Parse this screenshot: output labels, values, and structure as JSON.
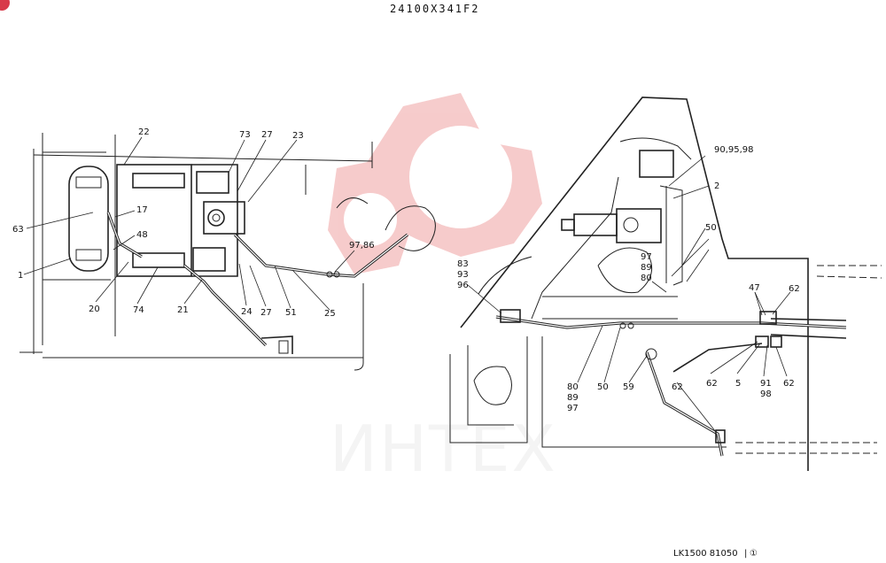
{
  "drawing": {
    "header_code": "24100X341F2",
    "footer_code": "LK1500  81050",
    "footer_mark": "①",
    "watermark_text": "ИНТЕХ",
    "watermark_color": "#e04848"
  },
  "labels": {
    "l22": "22",
    "l73": "73",
    "l27a": "27",
    "l23": "23",
    "l17": "17",
    "l63": "63",
    "l48": "48",
    "l1": "1",
    "l20": "20",
    "l74": "74",
    "l21": "21",
    "l24": "24",
    "l27b": "27",
    "l51": "51",
    "l25": "25",
    "l9786": "97,86",
    "l909598": "90,95,98",
    "l2": "2",
    "l50a": "50",
    "l97a": "97",
    "l89a": "89",
    "l80a": "80",
    "l83": "83",
    "l93": "93",
    "l96": "96",
    "l47": "47",
    "l62a": "62",
    "l80b": "80",
    "l89b": "89",
    "l97b": "97",
    "l50b": "50",
    "l59": "59",
    "l62b": "62",
    "l62c": "62",
    "l5": "5",
    "l91": "91",
    "l98": "98",
    "l62d": "62"
  }
}
